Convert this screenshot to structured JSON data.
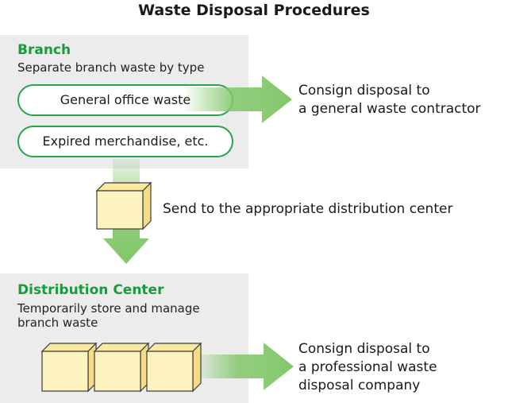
{
  "title": "Waste Disposal Procedures",
  "branch": {
    "heading": "Branch",
    "subtitle": "Separate branch waste by type",
    "items": [
      {
        "label": "General office waste"
      },
      {
        "label": "Expired merchandise, etc."
      }
    ],
    "outcome_line1": "Consign disposal to",
    "outcome_line2": "a general waste contractor"
  },
  "transfer": {
    "label": "Send to the appropriate distribution center"
  },
  "distribution_center": {
    "heading": "Distribution Center",
    "subtitle_line1": "Temporarily store and manage",
    "subtitle_line2": "branch waste",
    "outcome_line1": "Consign disposal to",
    "outcome_line2": "a professional waste",
    "outcome_line3": "disposal company"
  },
  "colors": {
    "accent_green": "#1a9a3c",
    "arrow_green": "#82c76a",
    "panel_gray": "#ececec",
    "box_yellow": "#fdf3bf"
  }
}
